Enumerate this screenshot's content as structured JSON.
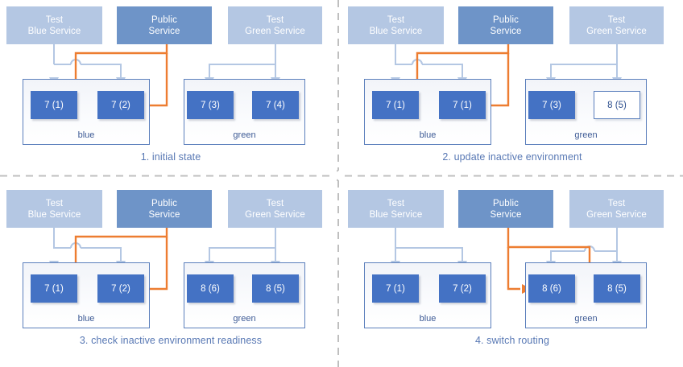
{
  "diagram": {
    "title": "blue-green deployment sequence",
    "colors": {
      "service_light": "#b4c7e3",
      "service_dark": "#6e94c8",
      "instance_fill": "#4472c4",
      "instance_border": "#5b7fbc",
      "env_border": "#5b7fbc",
      "caption_text": "#5878b4",
      "routing_arrow": "#ed7d31",
      "test_arrow": "#b4c7e3",
      "divider": "#bfbfbf"
    },
    "services": {
      "test_blue": "Test\nBlue Service",
      "test_blue_line1": "Test",
      "test_blue_line2": "Blue Service",
      "public_line1": "Public",
      "public_line2": "Service",
      "test_green_line1": "Test",
      "test_green_line2": "Green Service"
    },
    "env_labels": {
      "blue": "blue",
      "green": "green"
    },
    "panels": [
      {
        "id": 1,
        "caption": "1. initial state",
        "blue_instances": [
          "7 (1)",
          "7 (2)"
        ],
        "green_instances": [
          "7 (3)",
          "7 (4)"
        ],
        "blue_instance_styles": [
          "filled",
          "filled"
        ],
        "green_instance_styles": [
          "filled",
          "filled"
        ],
        "public_routing_target": "blue",
        "test_green_arrows": true
      },
      {
        "id": 2,
        "caption": "2. update inactive environment",
        "blue_instances": [
          "7 (1)",
          "7 (1)"
        ],
        "green_instances": [
          "7 (3)",
          "8 (5)"
        ],
        "blue_instance_styles": [
          "filled",
          "filled"
        ],
        "green_instance_styles": [
          "filled",
          "empty"
        ],
        "public_routing_target": "blue",
        "test_green_arrows": true
      },
      {
        "id": 3,
        "caption": "3. check inactive environment readiness",
        "blue_instances": [
          "7 (1)",
          "7 (2)"
        ],
        "green_instances": [
          "8 (6)",
          "8 (5)"
        ],
        "blue_instance_styles": [
          "filled",
          "filled"
        ],
        "green_instance_styles": [
          "filled",
          "filled"
        ],
        "public_routing_target": "blue",
        "test_green_arrows": true
      },
      {
        "id": 4,
        "caption": "4. switch routing",
        "blue_instances": [
          "7 (1)",
          "7 (2)"
        ],
        "green_instances": [
          "8 (6)",
          "8 (5)"
        ],
        "blue_instance_styles": [
          "filled",
          "filled"
        ],
        "green_instance_styles": [
          "filled",
          "filled"
        ],
        "public_routing_target": "green",
        "test_green_arrows": true
      }
    ]
  }
}
